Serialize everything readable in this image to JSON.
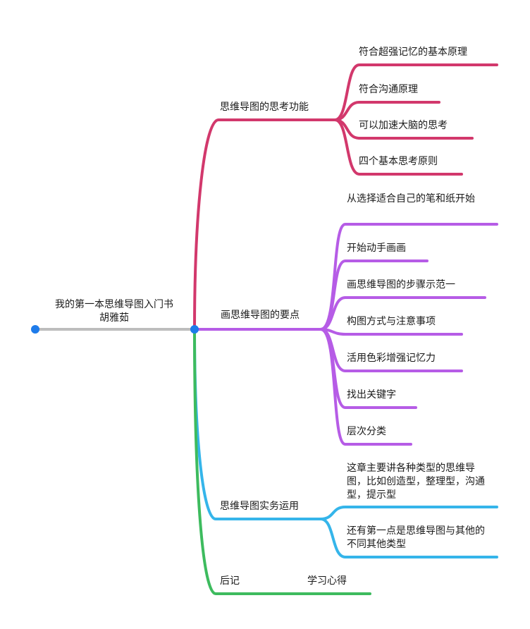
{
  "root": {
    "title_line1": "我的第一本思维导图入门书",
    "title_line2": "胡雅茹"
  },
  "branches": [
    {
      "label": "思维导图的思考功能",
      "color": "#d2386c",
      "children": [
        "符合超强记忆的基本原理",
        "符合沟通原理",
        "可以加速大脑的思考",
        "四个基本思考原则"
      ]
    },
    {
      "label": "画思维导图的要点",
      "color": "#b65ce6",
      "children": [
        "从选择适合自己的笔和纸开始",
        "开始动手画画",
        "画思维导图的步骤示范一",
        "构图方式与注意事项",
        "活用色彩增强记忆力",
        "找出关键字",
        "层次分类"
      ]
    },
    {
      "label": "思维导图实务运用",
      "color": "#35b5ea",
      "children": [
        "这章主要讲各种类型的思维导图，比如创造型，整理型，沟通型，提示型",
        "还有第一点是思维导图与其他的不同其他类型"
      ]
    },
    {
      "label": "后记",
      "color": "#3dbb5e",
      "children": [
        "学习心得"
      ]
    }
  ],
  "colors": {
    "root_line": "#bdbdbd",
    "node_dot": "#1e7bea"
  }
}
